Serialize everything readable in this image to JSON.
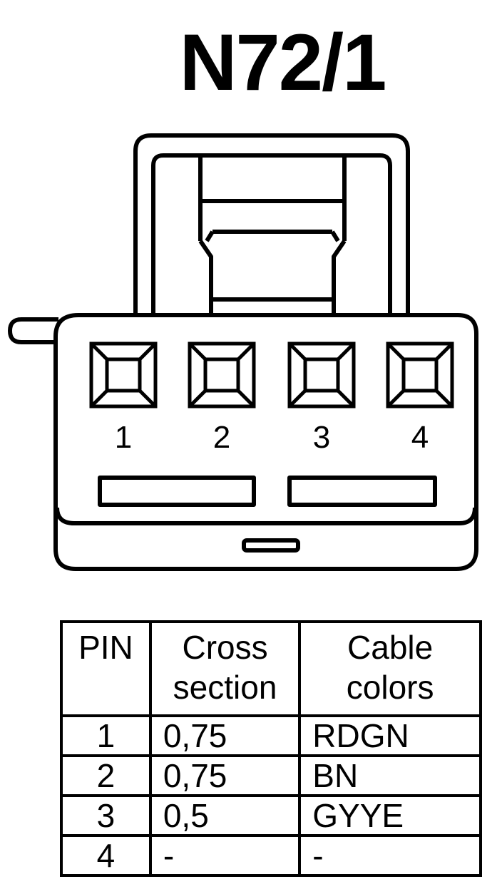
{
  "title": "N72/1",
  "connector": {
    "pins": [
      {
        "label": "1"
      },
      {
        "label": "2"
      },
      {
        "label": "3"
      },
      {
        "label": "4"
      }
    ]
  },
  "table": {
    "headers": {
      "pin": "PIN",
      "cross_line1": "Cross",
      "cross_line2": "section",
      "color_line1": "Cable",
      "color_line2": "colors"
    },
    "rows": [
      {
        "pin": "1",
        "cross_section": "0,75",
        "color": "RDGN"
      },
      {
        "pin": "2",
        "cross_section": "0,75",
        "color": "BN"
      },
      {
        "pin": "3",
        "cross_section": "0,5",
        "color": "GYYE"
      },
      {
        "pin": "4",
        "cross_section": "-",
        "color": "-"
      }
    ]
  }
}
